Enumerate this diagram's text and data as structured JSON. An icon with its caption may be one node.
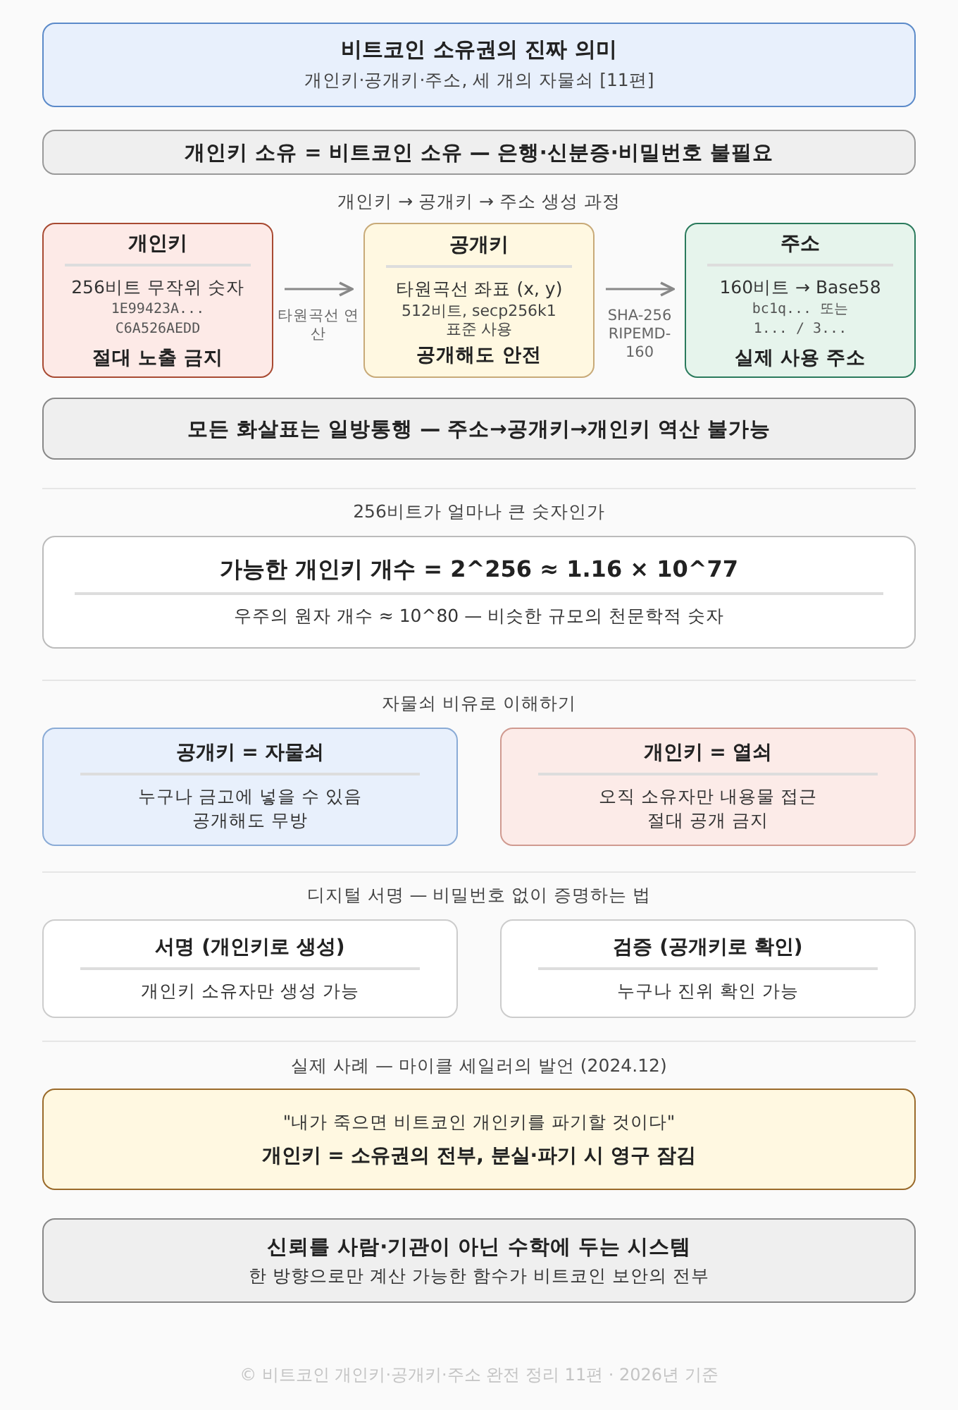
{
  "diagram": {
    "nodes": [
      {
        "text": [
          "비트코인 소유권의 진짜 의미",
          "개인키·공개키·주소, 세 개의 자물쇠 [11편]"
        ]
      },
      {
        "text": [
          "개인키 소유 = 비트코인 소유 — 은행·신분증·비밀번호 불필요"
        ]
      },
      {
        "text": [
          "개인키",
          "256비트 무작위 숫자",
          "1E99423A... C6A526AEDD",
          "절대 노출 금지"
        ]
      },
      {
        "text": [
          "공개키",
          "타원곡선 좌표 (x, y)",
          "512비트, secp256k1 표준 사용",
          "공개해도 안전"
        ]
      },
      {
        "text": [
          "주소",
          "160비트 → Base58",
          "bc1q... 또는 1... / 3...",
          "실제 사용 주소"
        ]
      },
      {
        "text": [
          "모든 화살표는 일방통행 — 주소→공개키→개인키 역산 불가능"
        ]
      },
      {
        "text": [
          "가능한 개인키 개수 = 2^256 ≈ 1.16 × 10^77",
          "우주의 원자 개수 ≈ 10^80 — 비슷한 규모의 천문학적 숫자"
        ]
      },
      {
        "text": [
          "공개키 = 자물쇠",
          "누구나 금고에 넣을 수 있음",
          "공개해도 무방"
        ]
      },
      {
        "text": [
          "개인키 = 열쇠",
          "오직 소유자만 내용물 접근",
          "절대 공개 금지"
        ]
      },
      {
        "text": [
          "서명 (개인키로 생성)",
          "개인키 소유자만 생성 가능"
        ]
      },
      {
        "text": [
          "검증 (공개키로 확인)",
          "누구나 진위 확인 가능"
        ]
      },
      {
        "text": [
          "\"내가 죽으면 비트코인 개인키를 파기할 것이다\"",
          "개인키 = 소유권의 전부, 분실·파기 시 영구 잠김"
        ]
      },
      {
        "text": [
          "신뢰를 사람·기관이 아닌 수학에 두는 시스템",
          "한 방향으로만 계산 가능한 함수가 비트코인 보안의 전부"
        ]
      }
    ],
    "edges": [
      {
        "from": 2,
        "to": 3,
        "arrow": "to",
        "label": "타원곡선 연산"
      },
      {
        "from": 3,
        "to": 4,
        "arrow": "to",
        "label": "SHA-256 RIPEMD-160"
      }
    ],
    "labels": [
      "개인키 → 공개키 → 주소 생성 과정",
      "256비트가 얼마나 큰 숫자인가",
      "자물쇠 비유로 이해하기",
      "디지털 서명 — 비밀번호 없이 증명하는 법",
      "실제 사례 — 마이클 세일러의 발언 (2024.12)",
      "© 비트코인 개인키·공개키·주소 완전 정리 11편 · 2026년 기준"
    ]
  }
}
